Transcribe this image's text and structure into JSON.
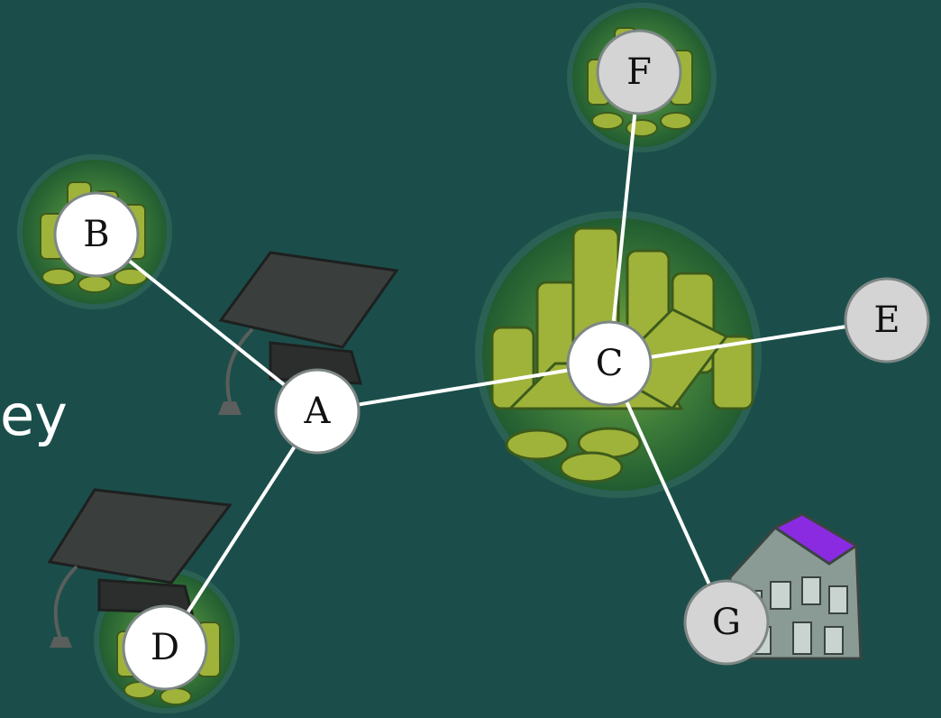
{
  "slide": {
    "partial_text": "ey"
  },
  "colors": {
    "background": "#1b4e4a",
    "edge": "#ffffff",
    "node_white": "#ffffff",
    "node_gray": "#d4d4d4",
    "coin_dark": "#2f6a35",
    "coin_light": "#9fb33a",
    "cap": "#3a3e3c",
    "house": "#8a9a94",
    "roof_accent": "#8a2be2"
  },
  "nodes": [
    {
      "id": "A",
      "label": "A",
      "style": "white",
      "icon": "graduation-cap-icon"
    },
    {
      "id": "B",
      "label": "B",
      "style": "white",
      "icon": "coins-icon"
    },
    {
      "id": "C",
      "label": "C",
      "style": "white",
      "icon": "gold-coins-large-icon"
    },
    {
      "id": "D",
      "label": "D",
      "style": "white",
      "icon": "coins-and-cap-icon"
    },
    {
      "id": "E",
      "label": "E",
      "style": "gray",
      "icon": ""
    },
    {
      "id": "F",
      "label": "F",
      "style": "gray",
      "icon": "coins-icon"
    },
    {
      "id": "G",
      "label": "G",
      "style": "gray",
      "icon": "house-icon"
    }
  ],
  "edges": [
    {
      "from": "A",
      "to": "B"
    },
    {
      "from": "A",
      "to": "D"
    },
    {
      "from": "A",
      "to": "C"
    },
    {
      "from": "C",
      "to": "F"
    },
    {
      "from": "C",
      "to": "E"
    },
    {
      "from": "C",
      "to": "G"
    }
  ]
}
